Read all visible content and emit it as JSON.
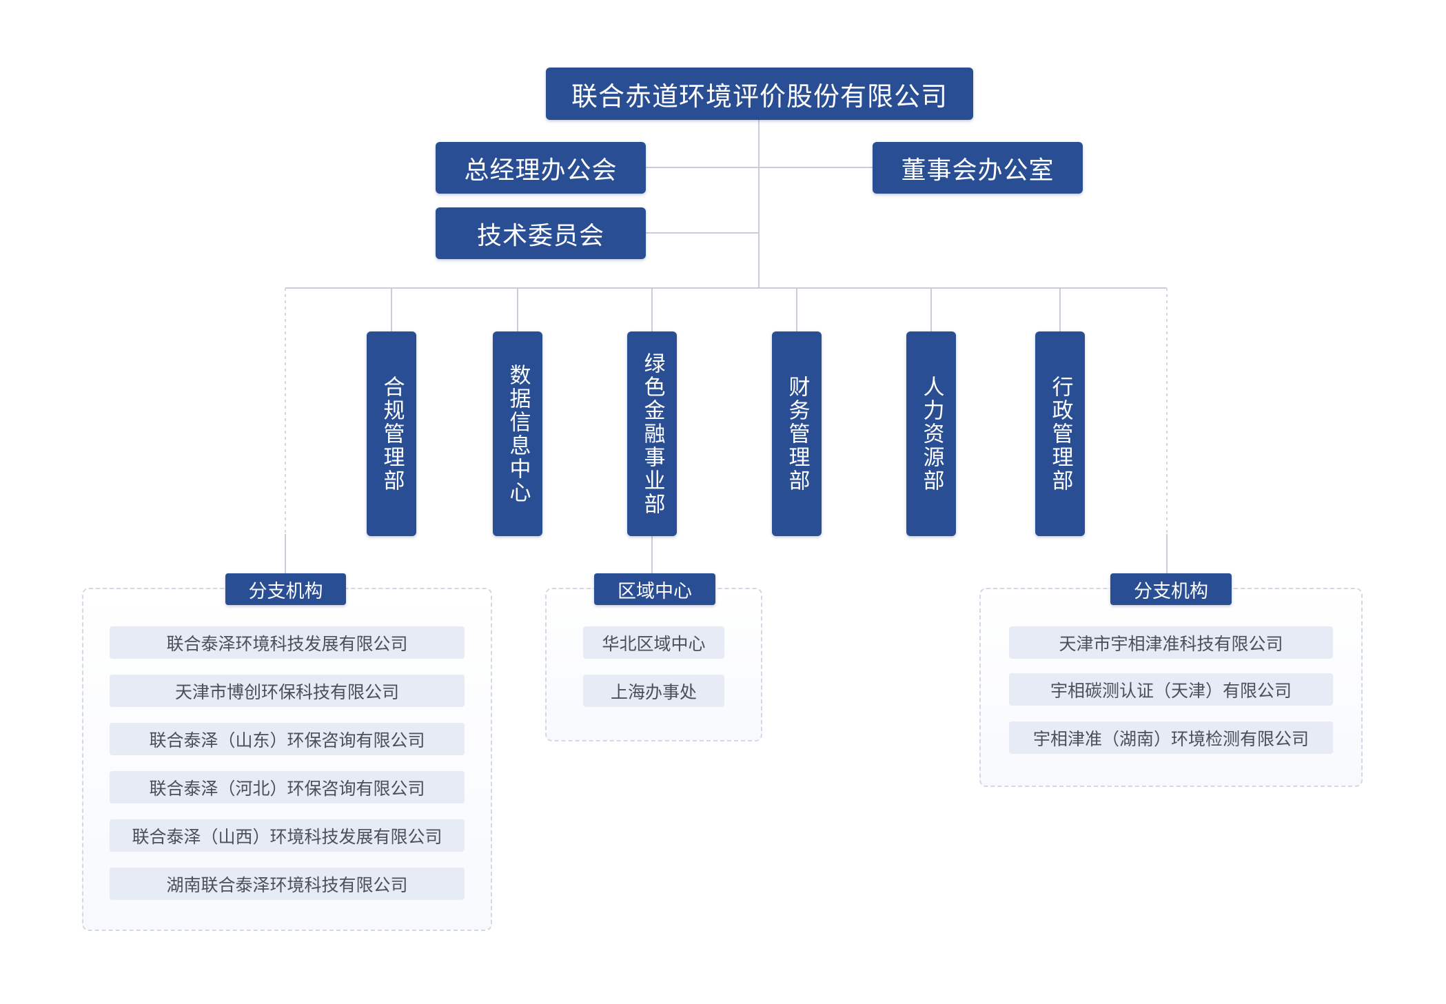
{
  "root": "联合赤道环境评价股份有限公司",
  "top_units": {
    "gm_office": "总经理办公会",
    "board_office": "董事会办公室",
    "tech_committee": "技术委员会"
  },
  "departments": [
    "合规管理部",
    "数据信息中心",
    "绿色金融事业部",
    "财务管理部",
    "人力资源部",
    "行政管理部"
  ],
  "left_branch": {
    "label": "分支机构",
    "items": [
      "联合泰泽环境科技发展有限公司",
      "天津市博创环保科技有限公司",
      "联合泰泽（山东）环保咨询有限公司",
      "联合泰泽（河北）环保咨询有限公司",
      "联合泰泽（山西）环境科技发展有限公司",
      "湖南联合泰泽环境科技有限公司"
    ]
  },
  "region": {
    "label": "区域中心",
    "items": [
      "华北区域中心",
      "上海办事处"
    ]
  },
  "right_branch": {
    "label": "分支机构",
    "items": [
      "天津市宇相津准科技有限公司",
      "宇相碳测认证（天津）有限公司",
      "宇相津准（湖南）环境检测有限公司"
    ]
  },
  "colors": {
    "node_fill": "#2a4e93",
    "item_fill": "#e6ebf5",
    "line": "#c9ced8"
  }
}
